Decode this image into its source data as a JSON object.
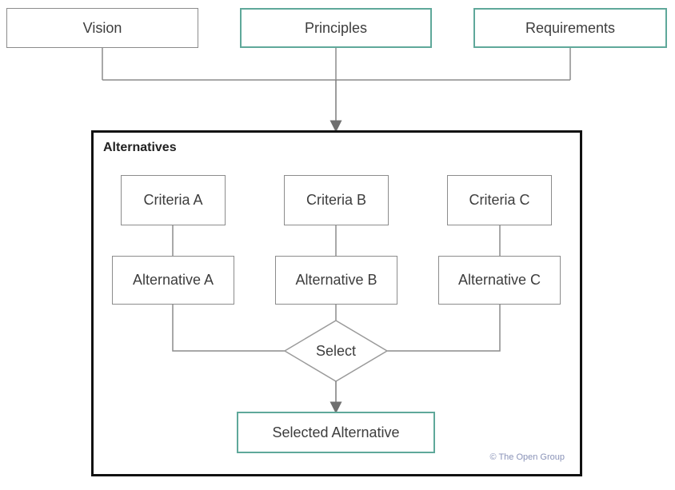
{
  "inputs": {
    "vision": "Vision",
    "principles": "Principles",
    "requirements": "Requirements"
  },
  "group": {
    "title": "Alternatives",
    "criteria": [
      "Criteria A",
      "Criteria B",
      "Criteria C"
    ],
    "alternatives": [
      "Alternative A",
      "Alternative B",
      "Alternative C"
    ],
    "decision": "Select",
    "result": "Selected Alternative"
  },
  "footer": {
    "copyright": "© The Open Group"
  },
  "colors": {
    "accent_border": "#5fa89a",
    "box_border": "#8c8c8c",
    "frame_border": "#111111",
    "connector": "#8c8c8c"
  }
}
